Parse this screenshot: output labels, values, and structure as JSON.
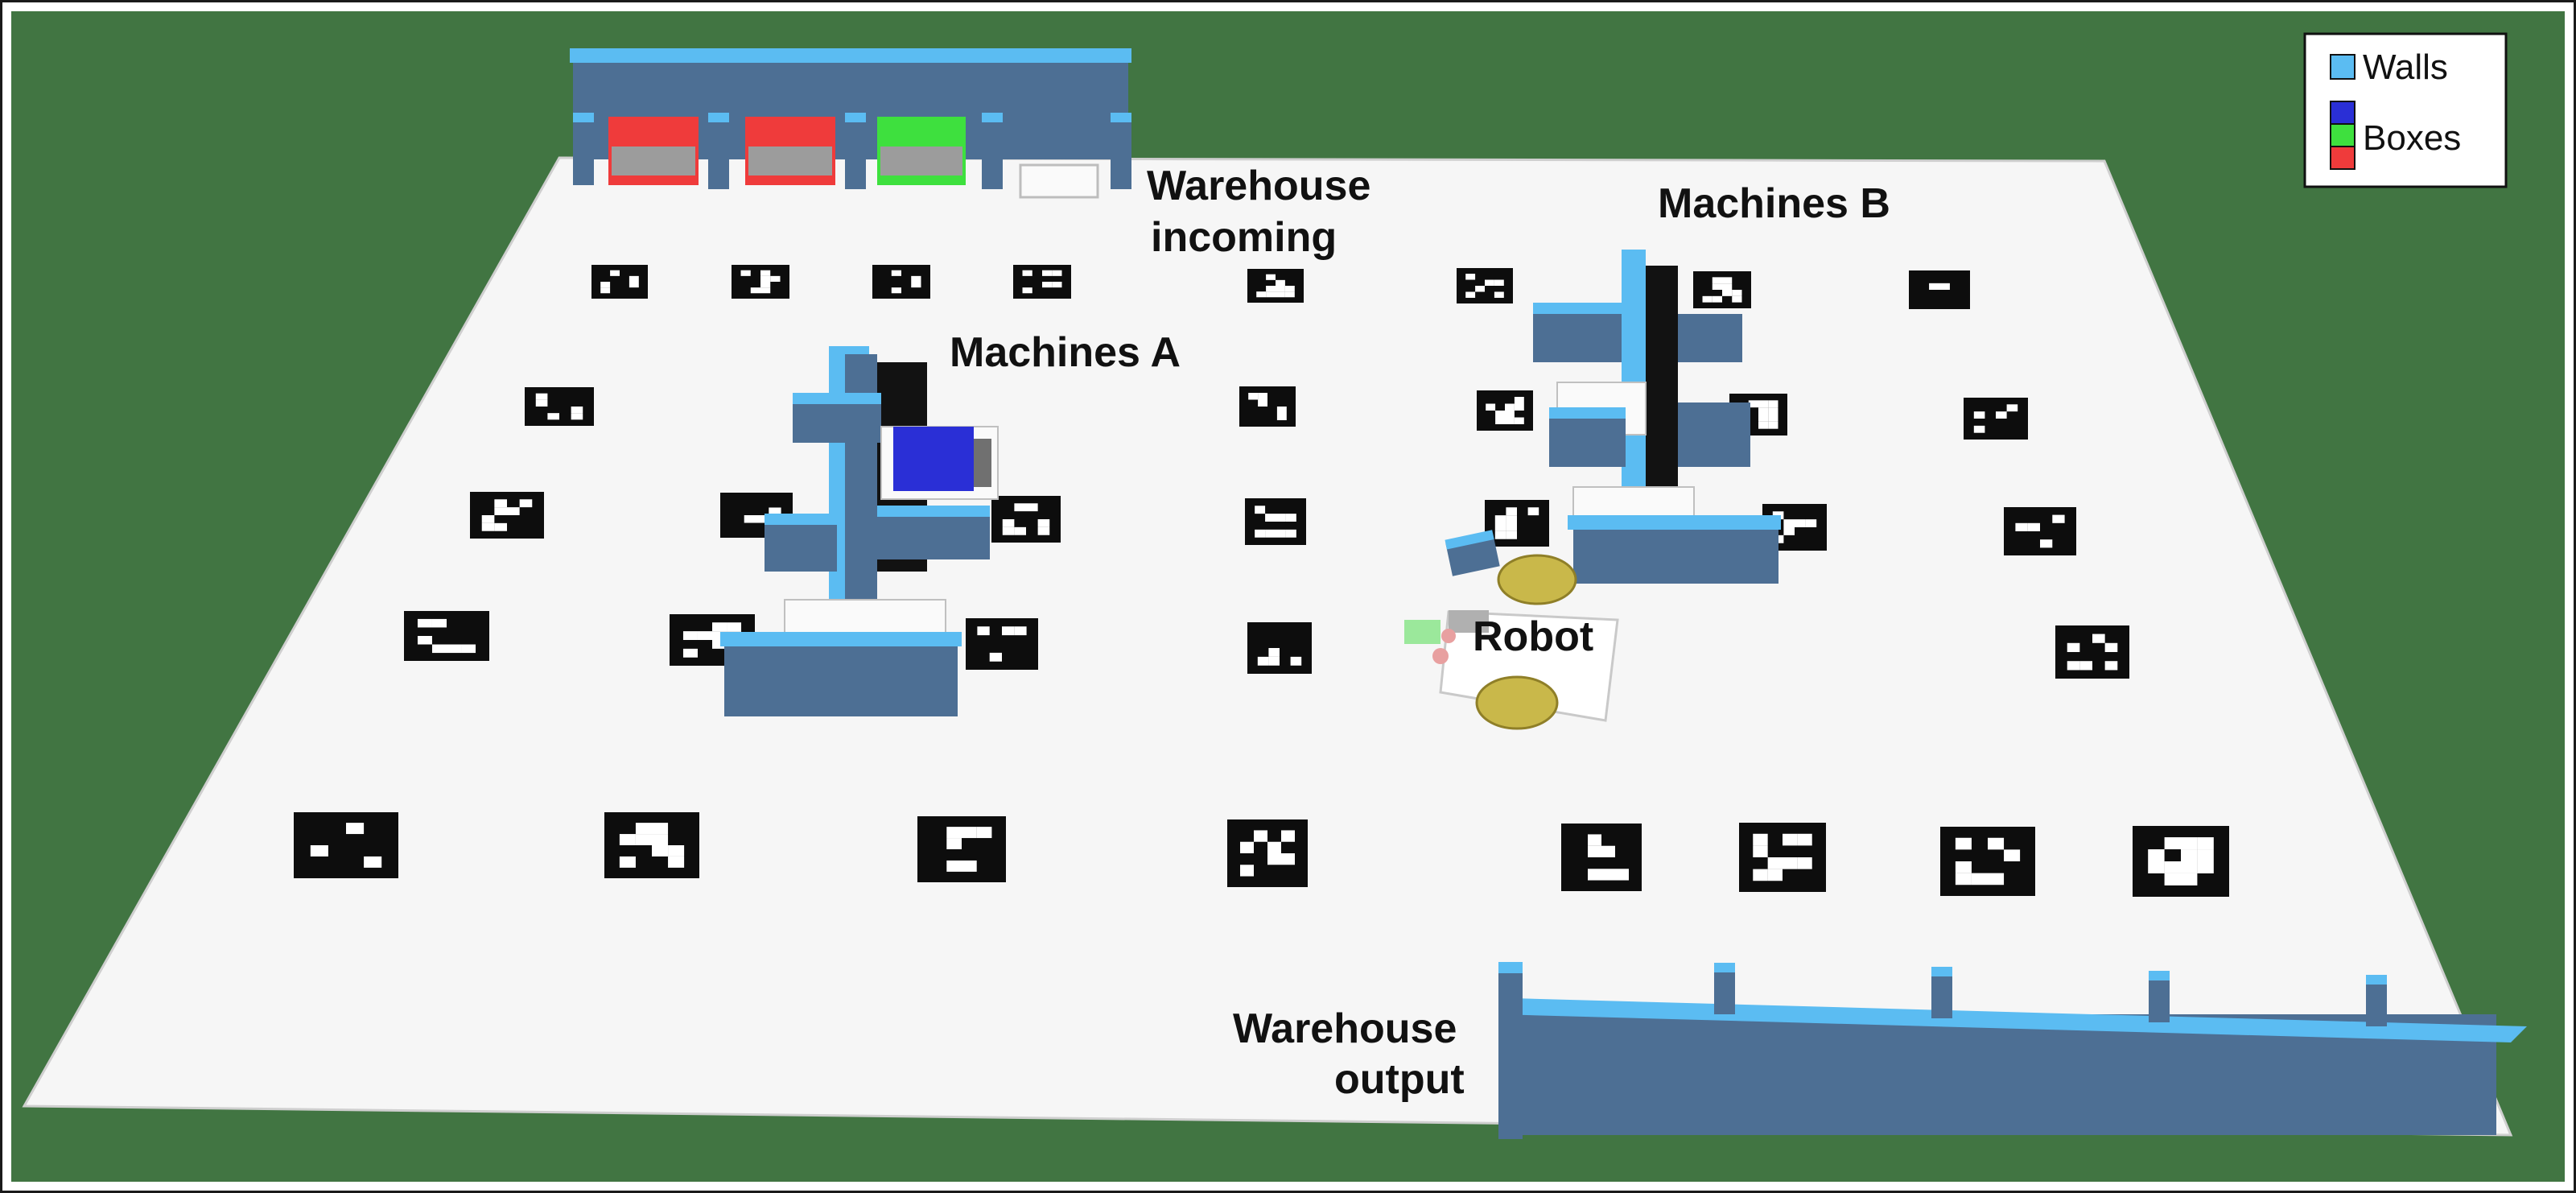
{
  "labels": {
    "warehouse_incoming": [
      "Warehouse",
      "incoming"
    ],
    "machines_a": "Machines A",
    "machines_b": "Machines B",
    "robot": "Robot",
    "warehouse_output": [
      "Warehouse",
      "output"
    ]
  },
  "legend": {
    "items": [
      {
        "label": "Walls",
        "colors": [
          "#5bbcf2"
        ]
      },
      {
        "label": "Boxes",
        "colors": [
          "#2a2fd6",
          "#3ee03e",
          "#ef3b3b"
        ]
      }
    ]
  },
  "colors": {
    "ground": "#417542",
    "floor": "#f6f6f6",
    "wall_top": "#5bbcf2",
    "wall_face": "#4d6f94",
    "box_red": "#ef3b3b",
    "box_green": "#3ee03e",
    "box_blue": "#2a2fd6",
    "robot_wheel": "#c9b84a"
  }
}
